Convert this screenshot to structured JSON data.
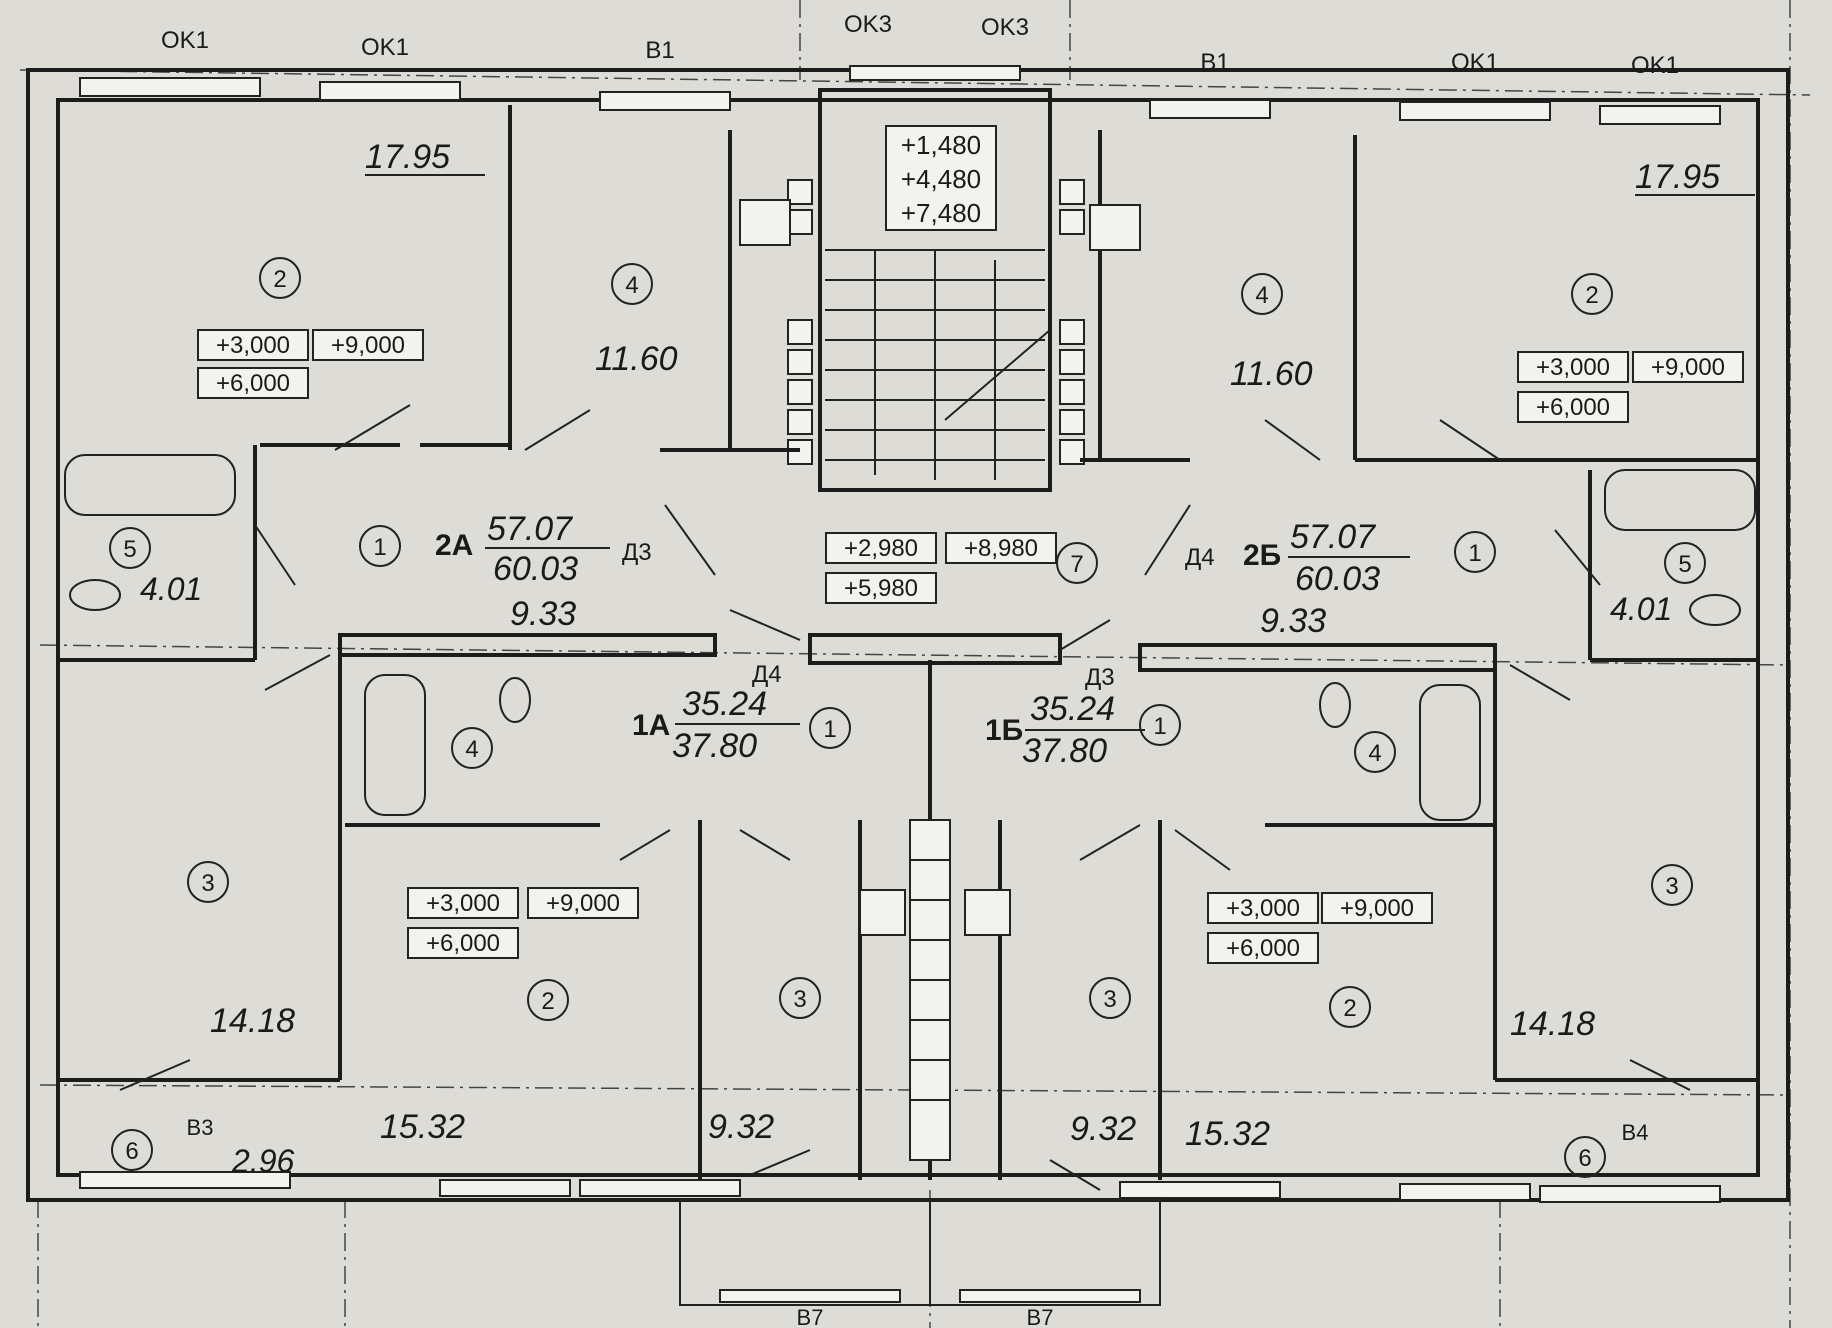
{
  "window_labels": {
    "ok1_a": "OK1",
    "ok1_b": "OK1",
    "b1_a": "B1",
    "ok3_a": "OK3",
    "ok3_b": "OK3",
    "b1_b": "B1",
    "ok1_c": "OK1",
    "ok1_d": "OK1",
    "b3": "B3",
    "b4": "B4",
    "b7_a": "B7",
    "b7_b": "B7"
  },
  "stair_elevations": [
    "+1,480",
    "+4,480",
    "+7,480"
  ],
  "hall_elevations": [
    "+2,980",
    "+8,980",
    "+5,980"
  ],
  "floor_elevations": [
    "+3,000",
    "+9,000",
    "+6,000"
  ],
  "apartments": {
    "a2a": {
      "label": "2A",
      "area_living": "57.07",
      "area_total": "60.03"
    },
    "a2b": {
      "label": "2Б",
      "area_living": "57.07",
      "area_total": "60.03"
    },
    "a1a": {
      "label": "1A",
      "area_living": "35.24",
      "area_total": "37.80"
    },
    "a1b": {
      "label": "1Б",
      "area_living": "35.24",
      "area_total": "37.80"
    }
  },
  "room_areas": {
    "tl_room": "17.95",
    "tr_room": "17.95",
    "tl_kitchen": "11.60",
    "tr_kitchen": "11.60",
    "l_hall": "9.33",
    "r_hall": "9.33",
    "l_bath": "4.01",
    "r_bath": "4.01",
    "l_room3": "14.18",
    "r_room3": "14.18",
    "l_loggia": "2.96",
    "l_room2": "15.32",
    "r_room2": "15.32",
    "l_kitchen3": "9.32",
    "r_kitchen3": "9.32"
  },
  "door_labels": {
    "d3_l": "Д3",
    "d4_r": "Д4",
    "d4_c": "Д4",
    "d3_c": "Д3"
  },
  "room_numbers": {
    "n2_tl": "2",
    "n4_tl": "4",
    "n2_tr": "2",
    "n4_tr": "4",
    "n1_2a": "1",
    "n1_2b": "1",
    "n5_l": "5",
    "n5_r": "5",
    "n7": "7",
    "n1_1a": "1",
    "n1_1b": "1",
    "n4_bl": "4",
    "n4_br": "4",
    "n3_l": "3",
    "n3_r": "3",
    "n2_bl": "2",
    "n2_br": "2",
    "n3_cl": "3",
    "n3_cr": "3",
    "n6_l": "6",
    "n6_r": "6"
  }
}
